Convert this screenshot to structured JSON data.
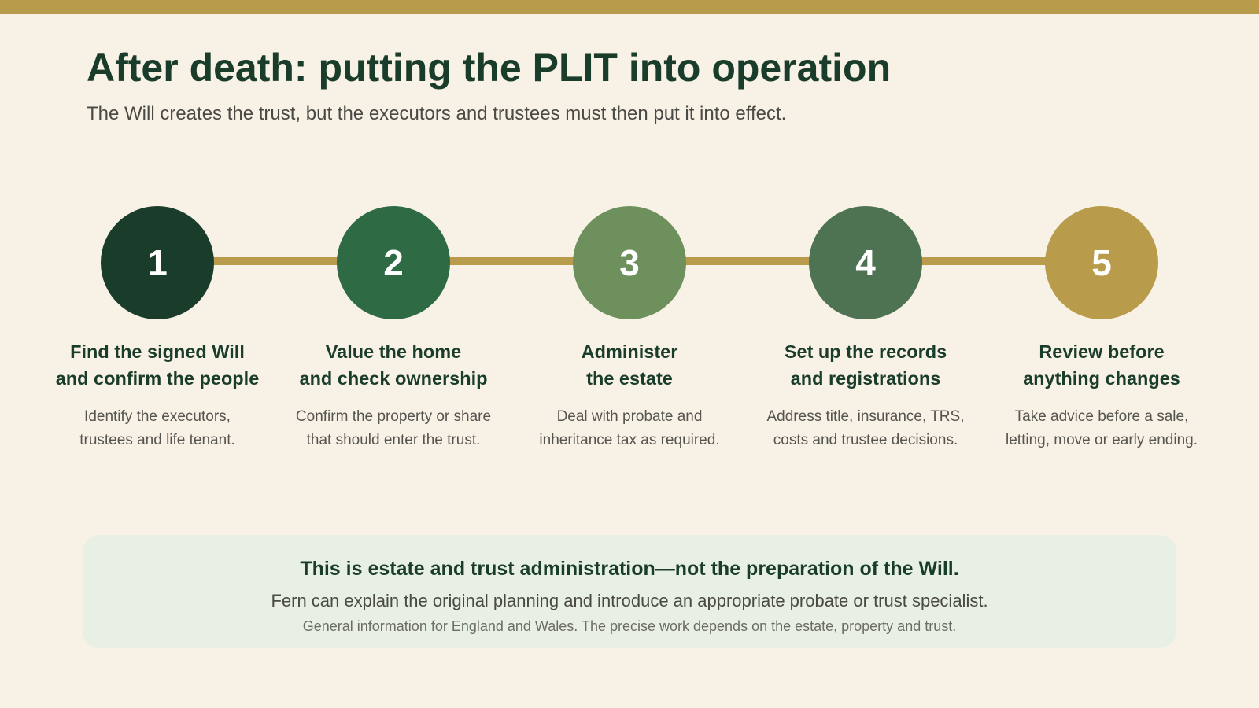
{
  "colors": {
    "gold": "#b89b4b",
    "dark_green": "#1a3d2b",
    "background": "#f8f1e6",
    "note_background": "#e8f0e5"
  },
  "header": {
    "title": "After death: putting the PLIT into operation",
    "subtitle": "The Will creates the trust, but the executors and trustees must then put it into effect."
  },
  "steps": [
    {
      "number": "1",
      "color": "#1a3d2b",
      "title_lines": [
        "Find the signed Will",
        "and confirm the people"
      ],
      "desc_lines": [
        "Identify the executors,",
        "trustees and life tenant."
      ]
    },
    {
      "number": "2",
      "color": "#2e6b45",
      "title_lines": [
        "Value the home",
        "and check ownership"
      ],
      "desc_lines": [
        "Confirm the property or share",
        "that should enter the trust."
      ]
    },
    {
      "number": "3",
      "color": "#6e905d",
      "title_lines": [
        "Administer",
        "the estate"
      ],
      "desc_lines": [
        "Deal with probate and",
        "inheritance tax as required."
      ]
    },
    {
      "number": "4",
      "color": "#4e7352",
      "title_lines": [
        "Set up the records",
        "and registrations"
      ],
      "desc_lines": [
        "Address title, insurance, TRS,",
        "costs and trustee decisions."
      ]
    },
    {
      "number": "5",
      "color": "#b89b4b",
      "title_lines": [
        "Review before",
        "anything changes"
      ],
      "desc_lines": [
        "Take advice before a sale,",
        "letting, move or early ending."
      ]
    }
  ],
  "note": {
    "heading": "This is estate and trust administration—not the preparation of the Will.",
    "text": "Fern can explain the original planning and introduce an appropriate probate or trust specialist.",
    "small": "General information for England and Wales. The precise work depends on the estate, property and trust."
  }
}
